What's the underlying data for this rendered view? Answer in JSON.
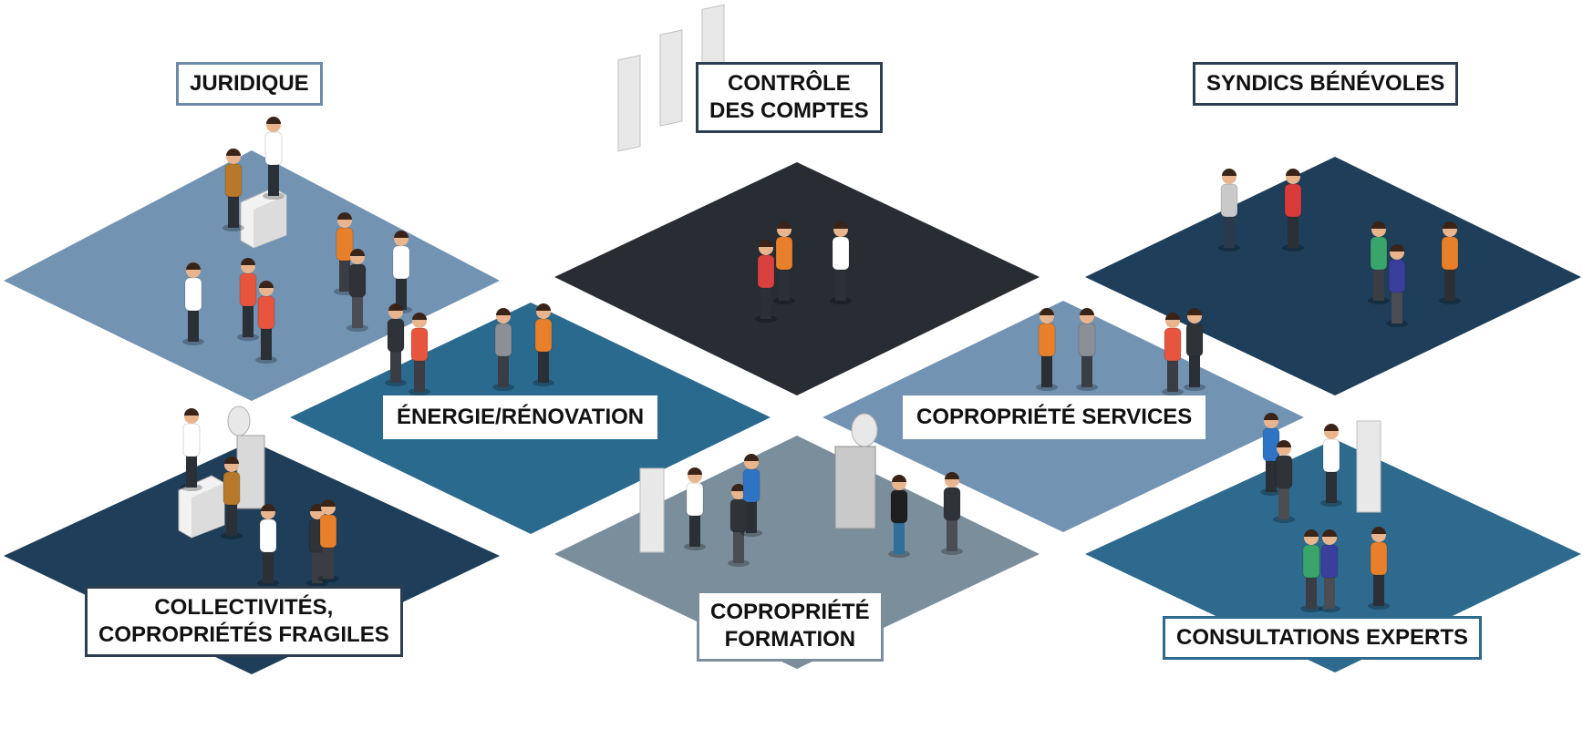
{
  "colors": {
    "juridique": "#7393b3",
    "controle": "#272d33",
    "syndics": "#1e3e59",
    "energie": "#2b6a8f",
    "services": "#7393b3",
    "collectivites": "#1e3e59",
    "formation": "#7b8e9b",
    "experts": "#2d6a8e",
    "label_border_dark": "#2c3e50"
  },
  "zones": {
    "juridique": {
      "label_lines": [
        "JURIDIQUE"
      ]
    },
    "controle": {
      "label_lines": [
        "CONTRÔLE",
        "DES COMPTES"
      ]
    },
    "syndics": {
      "label_lines": [
        "SYNDICS BÉNÉVOLES"
      ]
    },
    "energie": {
      "label_lines": [
        "ÉNERGIE/RÉNOVATION"
      ]
    },
    "services": {
      "label_lines": [
        "COPROPRIÉTÉ SERVICES"
      ]
    },
    "collectivites": {
      "label_lines": [
        "COLLECTIVITÉS,",
        "COPROPRIÉTÉS FRAGILES"
      ]
    },
    "formation": {
      "label_lines": [
        "COPROPRIÉTÉ",
        "FORMATION"
      ]
    },
    "experts": {
      "label_lines": [
        "CONSULTATIONS EXPERTS"
      ]
    }
  }
}
